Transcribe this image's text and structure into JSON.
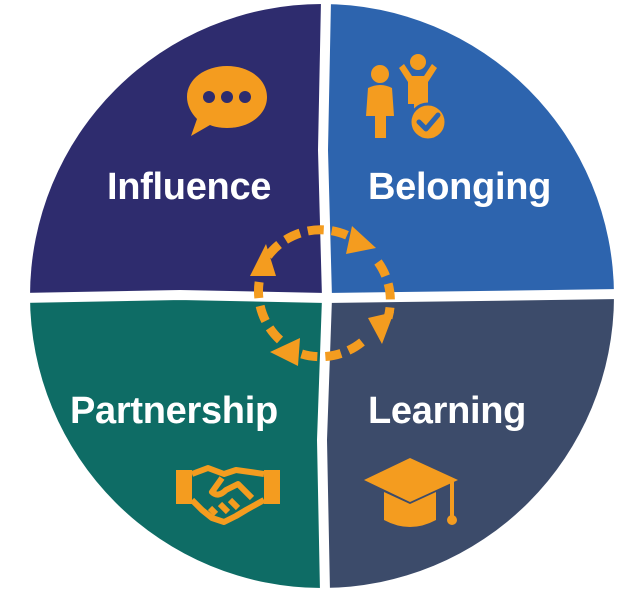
{
  "diagram": {
    "colors": {
      "influence": "#2e2c6e",
      "belonging": "#2d64ae",
      "partnership": "#0e6c65",
      "learning": "#3c4b6a",
      "accent": "#f49c1f",
      "divider": "#ffffff"
    },
    "quadrants": [
      {
        "id": "influence",
        "label": "Influence",
        "icon": "speech-bubble-icon"
      },
      {
        "id": "belonging",
        "label": "Belonging",
        "icon": "people-check-icon"
      },
      {
        "id": "partnership",
        "label": "Partnership",
        "icon": "handshake-icon"
      },
      {
        "id": "learning",
        "label": "Learning",
        "icon": "graduation-cap-icon"
      }
    ],
    "center_icon": "cycle-arrows-icon"
  }
}
